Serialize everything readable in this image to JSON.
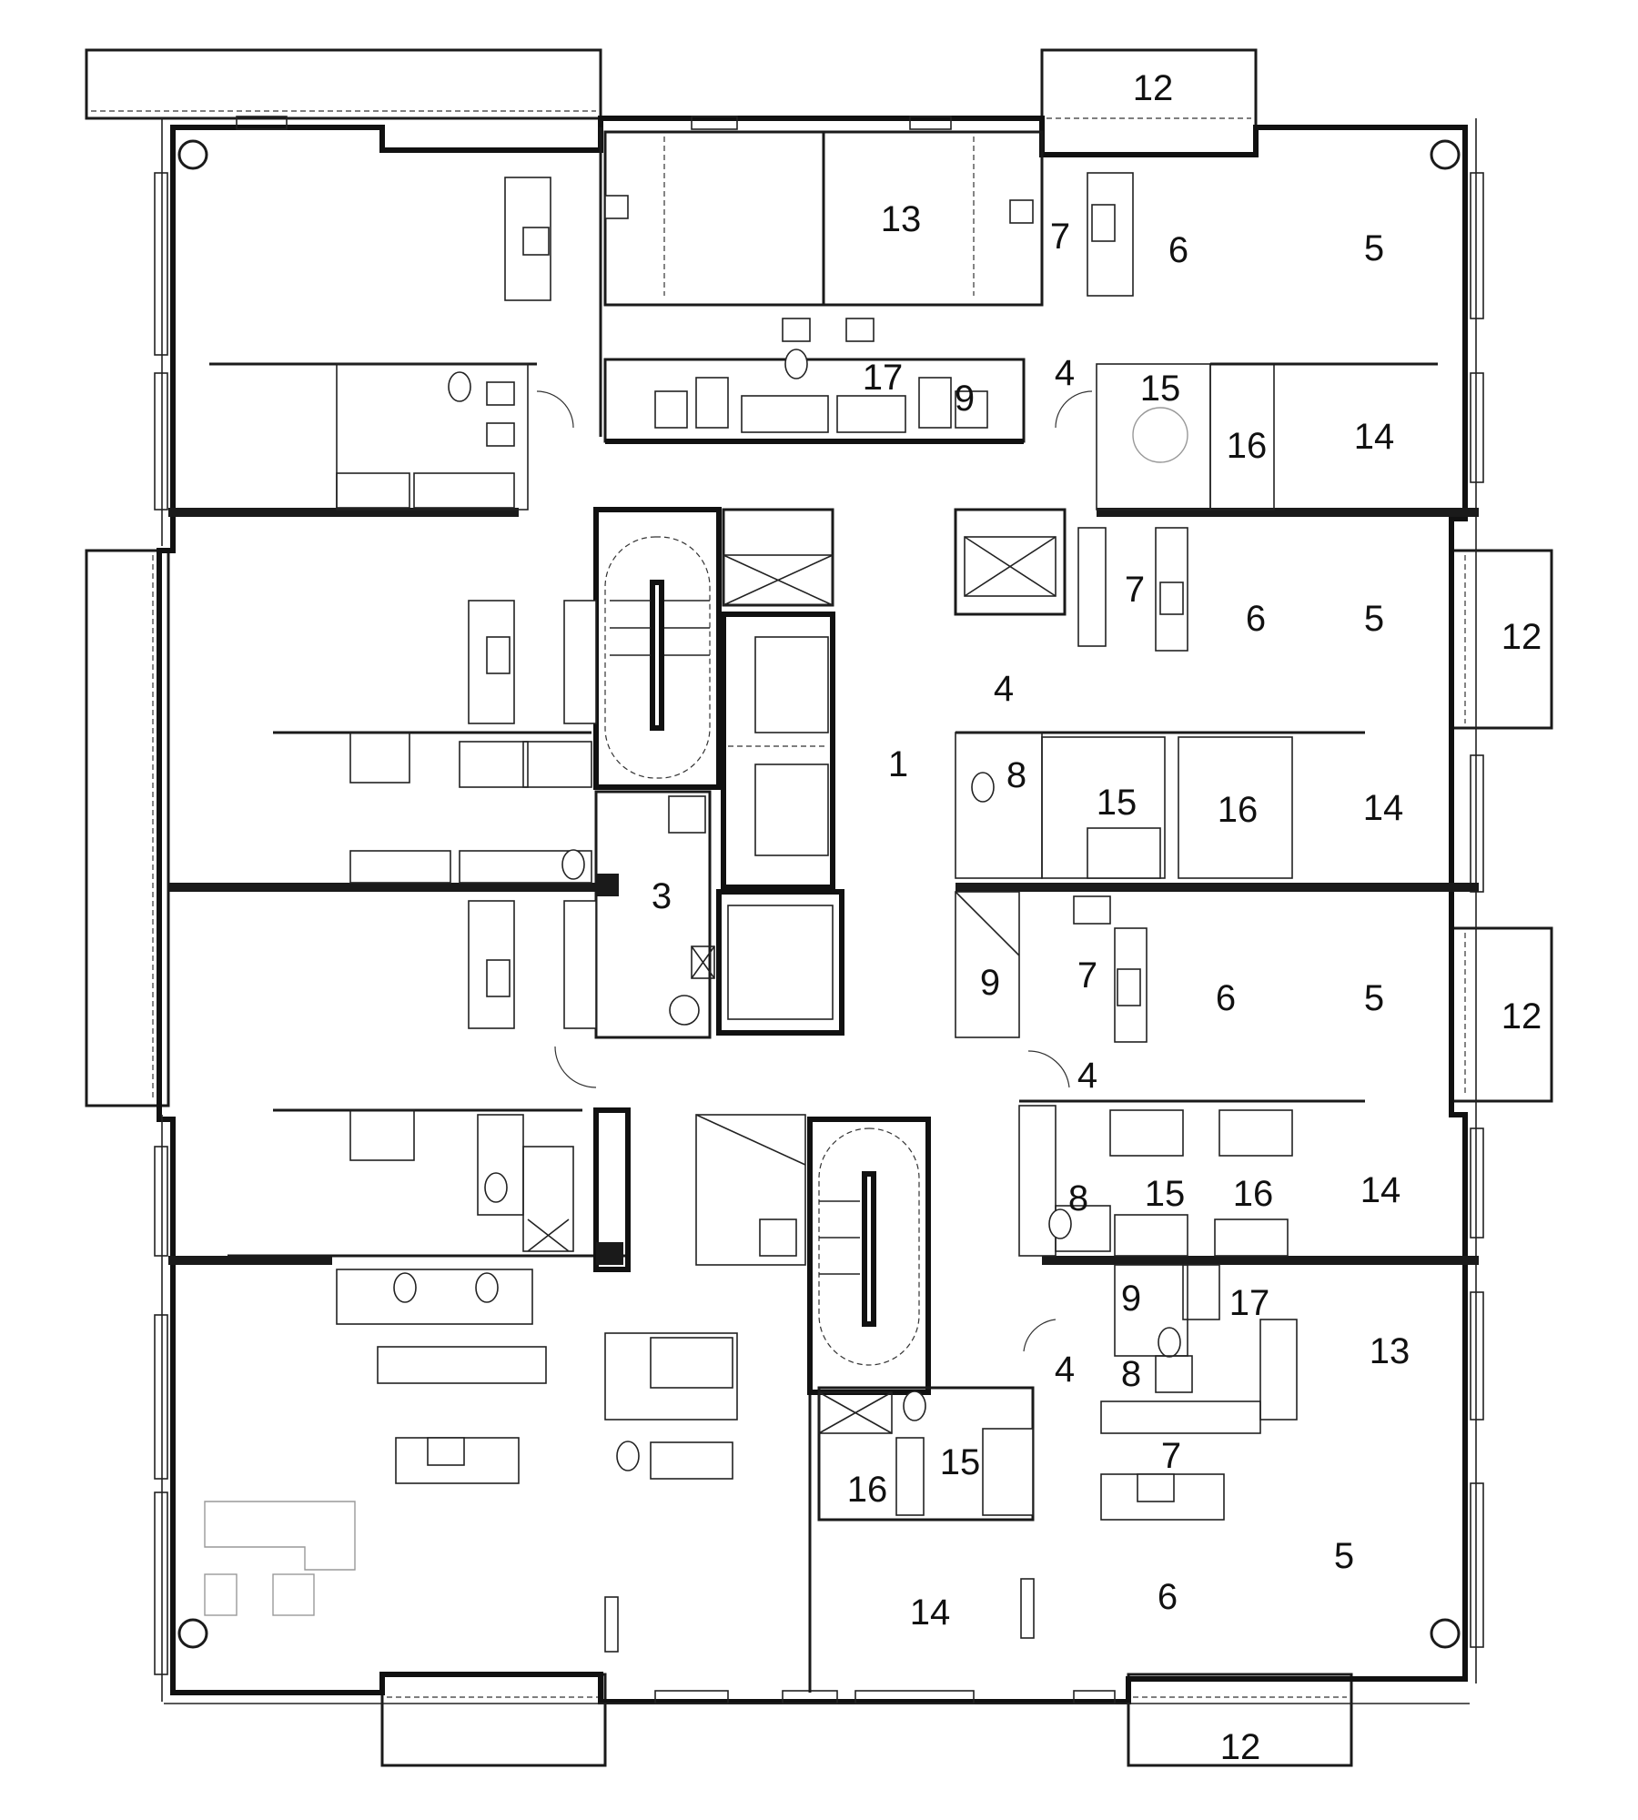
{
  "rooms": [
    {
      "id": "r-12-a",
      "num": "12"
    },
    {
      "id": "r-13-a",
      "num": "13"
    },
    {
      "id": "r-7-a",
      "num": "7"
    },
    {
      "id": "r-6-a",
      "num": "6"
    },
    {
      "id": "r-5-a",
      "num": "5"
    },
    {
      "id": "r-4-a",
      "num": "4"
    },
    {
      "id": "r-17-a",
      "num": "17"
    },
    {
      "id": "r-9-a",
      "num": "9"
    },
    {
      "id": "r-15-a",
      "num": "15"
    },
    {
      "id": "r-16-a",
      "num": "16"
    },
    {
      "id": "r-14-a",
      "num": "14"
    },
    {
      "id": "r-7-b",
      "num": "7"
    },
    {
      "id": "r-6-b",
      "num": "6"
    },
    {
      "id": "r-5-b",
      "num": "5"
    },
    {
      "id": "r-12-b",
      "num": "12"
    },
    {
      "id": "r-4-b",
      "num": "4"
    },
    {
      "id": "r-1",
      "num": "1"
    },
    {
      "id": "r-8-a",
      "num": "8"
    },
    {
      "id": "r-15-b",
      "num": "15"
    },
    {
      "id": "r-16-b",
      "num": "16"
    },
    {
      "id": "r-14-b",
      "num": "14"
    },
    {
      "id": "r-3",
      "num": "3"
    },
    {
      "id": "r-9-b",
      "num": "9"
    },
    {
      "id": "r-7-c",
      "num": "7"
    },
    {
      "id": "r-6-c",
      "num": "6"
    },
    {
      "id": "r-5-c",
      "num": "5"
    },
    {
      "id": "r-12-c",
      "num": "12"
    },
    {
      "id": "r-4-c",
      "num": "4"
    },
    {
      "id": "r-8-b",
      "num": "8"
    },
    {
      "id": "r-15-c",
      "num": "15"
    },
    {
      "id": "r-16-c",
      "num": "16"
    },
    {
      "id": "r-14-c",
      "num": "14"
    },
    {
      "id": "r-9-c",
      "num": "9"
    },
    {
      "id": "r-17-b",
      "num": "17"
    },
    {
      "id": "r-13-b",
      "num": "13"
    },
    {
      "id": "r-4-d",
      "num": "4"
    },
    {
      "id": "r-8-c",
      "num": "8"
    },
    {
      "id": "r-7-d",
      "num": "7"
    },
    {
      "id": "r-16-d",
      "num": "16"
    },
    {
      "id": "r-15-d",
      "num": "15"
    },
    {
      "id": "r-5-d",
      "num": "5"
    },
    {
      "id": "r-6-d",
      "num": "6"
    },
    {
      "id": "r-14-d",
      "num": "14"
    },
    {
      "id": "r-12-d",
      "num": "12"
    }
  ]
}
